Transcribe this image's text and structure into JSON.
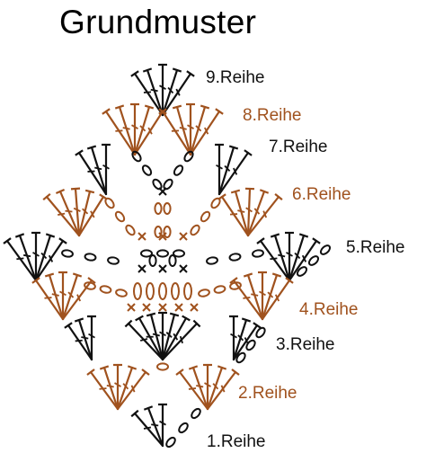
{
  "title": "Grundmuster",
  "colors": {
    "black": "#111111",
    "brown": "#a0521e"
  },
  "rows": [
    {
      "label": "9.Reihe",
      "color": "black"
    },
    {
      "label": "8.Reihe",
      "color": "brown"
    },
    {
      "label": "7.Reihe",
      "color": "black"
    },
    {
      "label": "6.Reihe",
      "color": "brown"
    },
    {
      "label": "5.Reihe",
      "color": "black"
    },
    {
      "label": "4.Reihe",
      "color": "brown"
    },
    {
      "label": "3.Reihe",
      "color": "black"
    },
    {
      "label": "2.Reihe",
      "color": "brown"
    },
    {
      "label": "1.Reihe",
      "color": "black"
    }
  ]
}
